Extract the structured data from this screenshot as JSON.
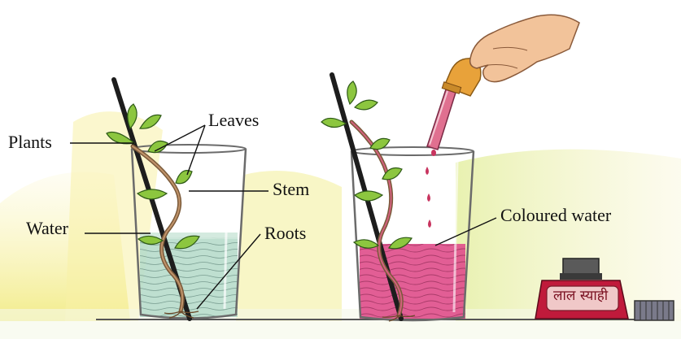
{
  "labels": {
    "plants": "Plants",
    "leaves": "Leaves",
    "stem": "Stem",
    "water": "Water",
    "roots": "Roots",
    "coloured_water": "Coloured water"
  },
  "ink_bottle": {
    "label": "लाल स्याही"
  },
  "colors": {
    "plain_water": "#b7dccb",
    "coloured_water": "#e0508c",
    "ink_drop": "#c8345f",
    "leaf": "#8cc63f",
    "background_wash": "#f4ef9a"
  }
}
